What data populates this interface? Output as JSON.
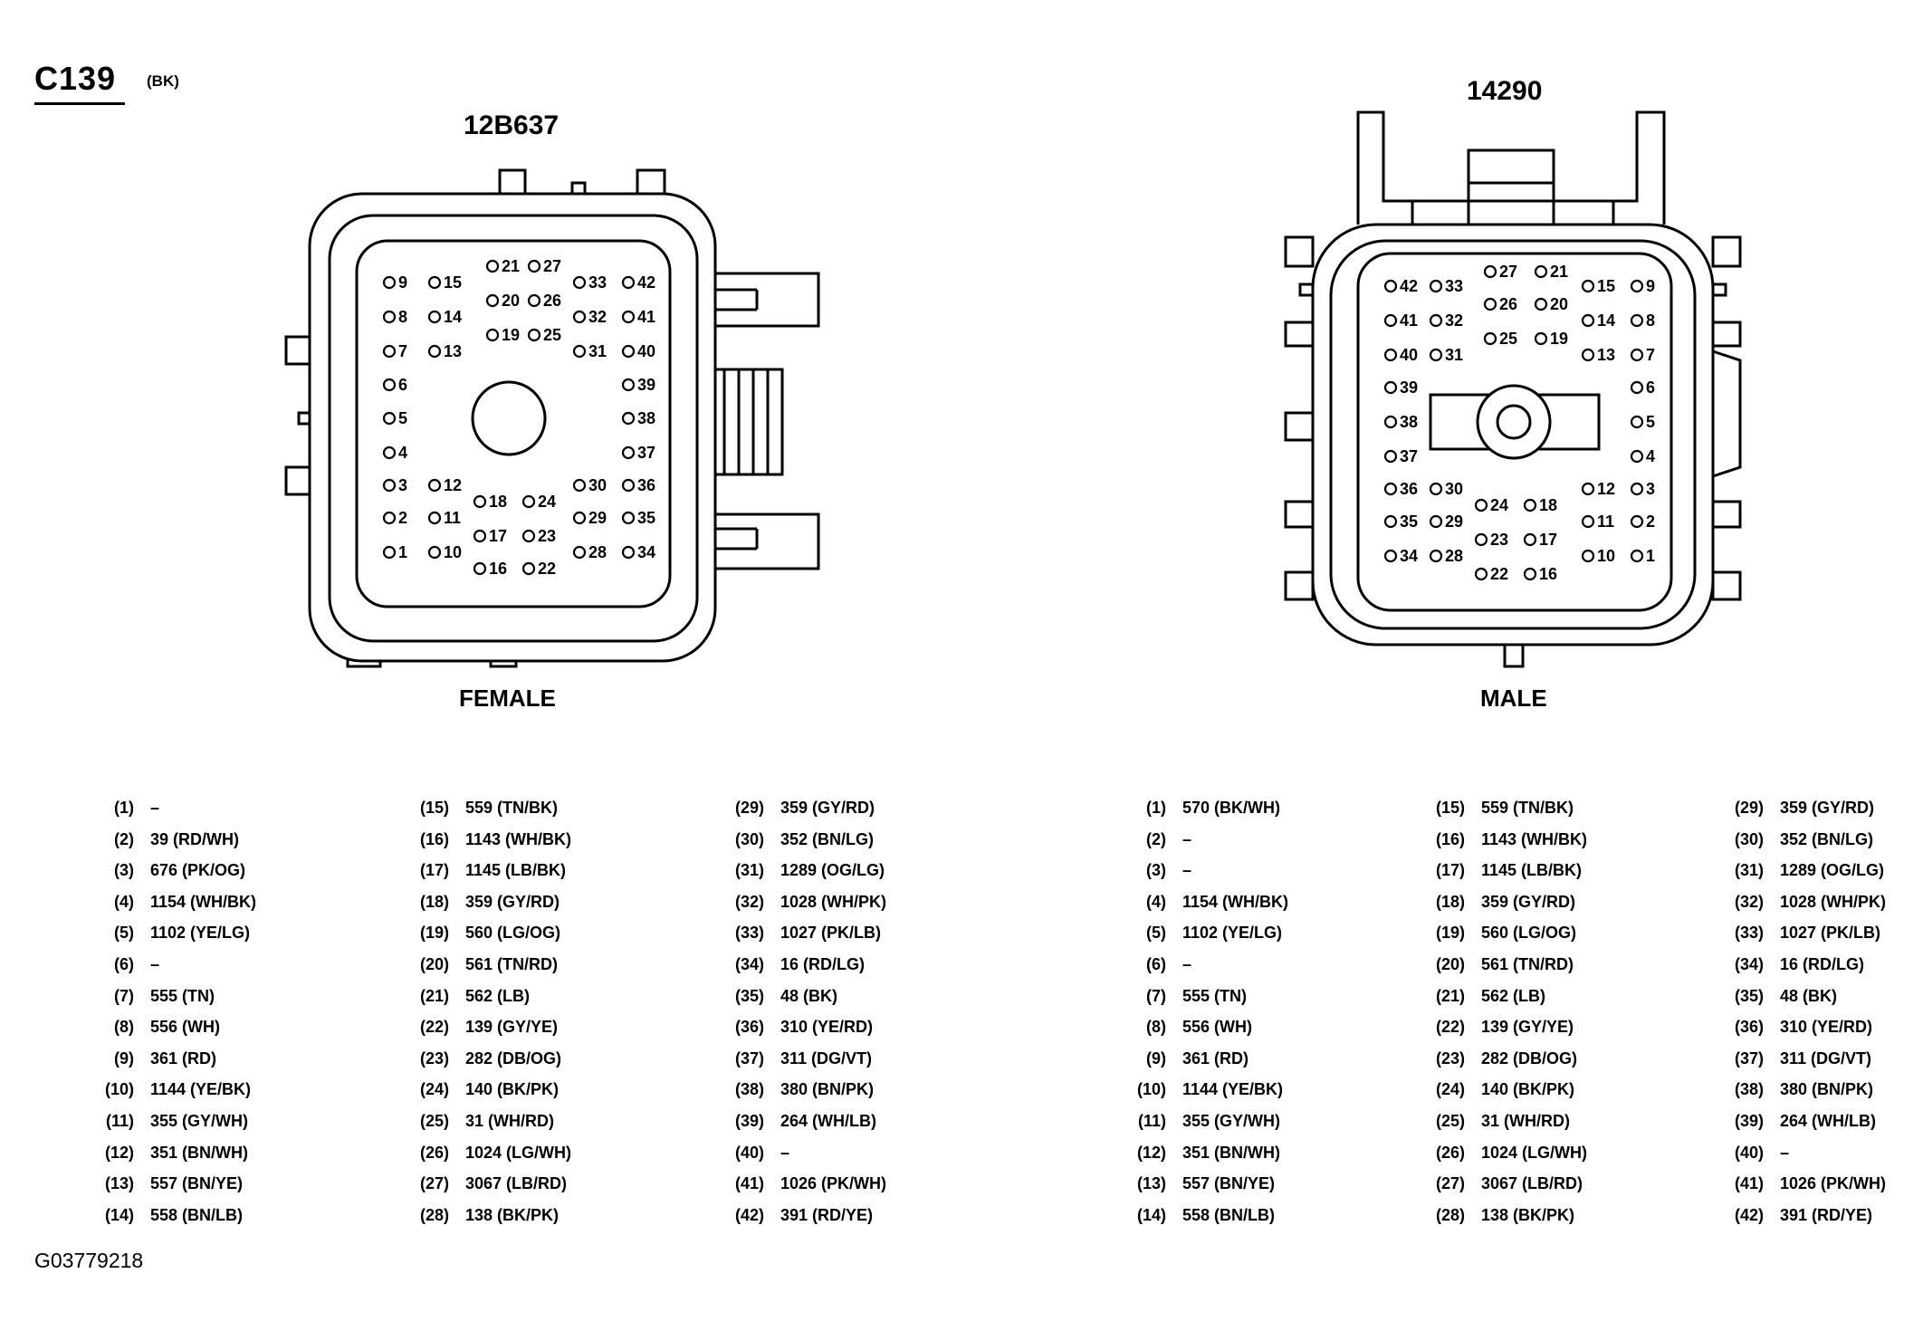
{
  "connector": {
    "id": "C139",
    "color": "(BK)"
  },
  "figure_id": "G03779218",
  "female": {
    "part_number": "12B637",
    "gender": "FEMALE",
    "pins": [
      {
        "n": "1",
        "wire": "–"
      },
      {
        "n": "2",
        "wire": "39 (RD/WH)"
      },
      {
        "n": "3",
        "wire": "676 (PK/OG)"
      },
      {
        "n": "4",
        "wire": "1154 (WH/BK)"
      },
      {
        "n": "5",
        "wire": "1102 (YE/LG)"
      },
      {
        "n": "6",
        "wire": "–"
      },
      {
        "n": "7",
        "wire": "555 (TN)"
      },
      {
        "n": "8",
        "wire": "556 (WH)"
      },
      {
        "n": "9",
        "wire": "361 (RD)"
      },
      {
        "n": "10",
        "wire": "1144 (YE/BK)"
      },
      {
        "n": "11",
        "wire": "355 (GY/WH)"
      },
      {
        "n": "12",
        "wire": "351 (BN/WH)"
      },
      {
        "n": "13",
        "wire": "557 (BN/YE)"
      },
      {
        "n": "14",
        "wire": "558 (BN/LB)"
      },
      {
        "n": "15",
        "wire": "559 (TN/BK)"
      },
      {
        "n": "16",
        "wire": "1143 (WH/BK)"
      },
      {
        "n": "17",
        "wire": "1145 (LB/BK)"
      },
      {
        "n": "18",
        "wire": "359 (GY/RD)"
      },
      {
        "n": "19",
        "wire": "560 (LG/OG)"
      },
      {
        "n": "20",
        "wire": "561 (TN/RD)"
      },
      {
        "n": "21",
        "wire": "562 (LB)"
      },
      {
        "n": "22",
        "wire": "139 (GY/YE)"
      },
      {
        "n": "23",
        "wire": "282 (DB/OG)"
      },
      {
        "n": "24",
        "wire": "140 (BK/PK)"
      },
      {
        "n": "25",
        "wire": "31 (WH/RD)"
      },
      {
        "n": "26",
        "wire": "1024 (LG/WH)"
      },
      {
        "n": "27",
        "wire": "3067 (LB/RD)"
      },
      {
        "n": "28",
        "wire": "138 (BK/PK)"
      },
      {
        "n": "29",
        "wire": "359 (GY/RD)"
      },
      {
        "n": "30",
        "wire": "352 (BN/LG)"
      },
      {
        "n": "31",
        "wire": "1289 (OG/LG)"
      },
      {
        "n": "32",
        "wire": "1028 (WH/PK)"
      },
      {
        "n": "33",
        "wire": "1027 (PK/LB)"
      },
      {
        "n": "34",
        "wire": "16 (RD/LG)"
      },
      {
        "n": "35",
        "wire": "48 (BK)"
      },
      {
        "n": "36",
        "wire": "310 (YE/RD)"
      },
      {
        "n": "37",
        "wire": "311 (DG/VT)"
      },
      {
        "n": "38",
        "wire": "380 (BN/PK)"
      },
      {
        "n": "39",
        "wire": "264 (WH/LB)"
      },
      {
        "n": "40",
        "wire": "–"
      },
      {
        "n": "41",
        "wire": "1026 (PK/WH)"
      },
      {
        "n": "42",
        "wire": "391 (RD/YE)"
      }
    ]
  },
  "male": {
    "part_number": "14290",
    "gender": "MALE",
    "pins": [
      {
        "n": "1",
        "wire": "570 (BK/WH)"
      },
      {
        "n": "2",
        "wire": "–"
      },
      {
        "n": "3",
        "wire": "–"
      },
      {
        "n": "4",
        "wire": "1154 (WH/BK)"
      },
      {
        "n": "5",
        "wire": "1102 (YE/LG)"
      },
      {
        "n": "6",
        "wire": "–"
      },
      {
        "n": "7",
        "wire": "555 (TN)"
      },
      {
        "n": "8",
        "wire": "556 (WH)"
      },
      {
        "n": "9",
        "wire": "361 (RD)"
      },
      {
        "n": "10",
        "wire": "1144 (YE/BK)"
      },
      {
        "n": "11",
        "wire": "355 (GY/WH)"
      },
      {
        "n": "12",
        "wire": "351 (BN/WH)"
      },
      {
        "n": "13",
        "wire": "557 (BN/YE)"
      },
      {
        "n": "14",
        "wire": "558 (BN/LB)"
      },
      {
        "n": "15",
        "wire": "559 (TN/BK)"
      },
      {
        "n": "16",
        "wire": "1143 (WH/BK)"
      },
      {
        "n": "17",
        "wire": "1145 (LB/BK)"
      },
      {
        "n": "18",
        "wire": "359 (GY/RD)"
      },
      {
        "n": "19",
        "wire": "560 (LG/OG)"
      },
      {
        "n": "20",
        "wire": "561 (TN/RD)"
      },
      {
        "n": "21",
        "wire": "562 (LB)"
      },
      {
        "n": "22",
        "wire": "139 (GY/YE)"
      },
      {
        "n": "23",
        "wire": "282 (DB/OG)"
      },
      {
        "n": "24",
        "wire": "140 (BK/PK)"
      },
      {
        "n": "25",
        "wire": "31 (WH/RD)"
      },
      {
        "n": "26",
        "wire": "1024 (LG/WH)"
      },
      {
        "n": "27",
        "wire": "3067 (LB/RD)"
      },
      {
        "n": "28",
        "wire": "138 (BK/PK)"
      },
      {
        "n": "29",
        "wire": "359 (GY/RD)"
      },
      {
        "n": "30",
        "wire": "352 (BN/LG)"
      },
      {
        "n": "31",
        "wire": "1289 (OG/LG)"
      },
      {
        "n": "32",
        "wire": "1028 (WH/PK)"
      },
      {
        "n": "33",
        "wire": "1027 (PK/LB)"
      },
      {
        "n": "34",
        "wire": "16 (RD/LG)"
      },
      {
        "n": "35",
        "wire": "48 (BK)"
      },
      {
        "n": "36",
        "wire": "310 (YE/RD)"
      },
      {
        "n": "37",
        "wire": "311 (DG/VT)"
      },
      {
        "n": "38",
        "wire": "380 (BN/PK)"
      },
      {
        "n": "39",
        "wire": "264 (WH/LB)"
      },
      {
        "n": "40",
        "wire": "–"
      },
      {
        "n": "41",
        "wire": "1026 (PK/WH)"
      },
      {
        "n": "42",
        "wire": "391 (RD/YE)"
      }
    ]
  }
}
